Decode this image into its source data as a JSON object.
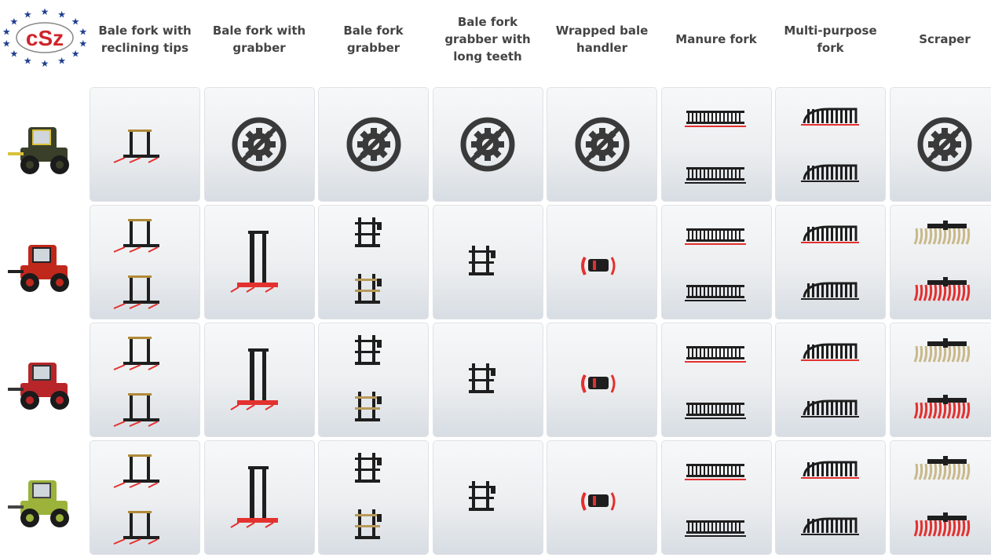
{
  "logo": {
    "text": "cSz"
  },
  "columns": [
    {
      "label": "Bale fork with reclining tips",
      "kind": "bale-fork"
    },
    {
      "label": "Bale fork with grabber",
      "kind": "bale-grabber-tall"
    },
    {
      "label": "Bale fork grabber",
      "kind": "grabber"
    },
    {
      "label": "Bale fork grabber with long teeth",
      "kind": "grabber-long"
    },
    {
      "label": "Wrapped bale handler",
      "kind": "wrapped"
    },
    {
      "label": "Manure fork",
      "kind": "manure"
    },
    {
      "label": "Multi-purpose fork",
      "kind": "multi"
    },
    {
      "label": "Scraper",
      "kind": "scraper"
    }
  ],
  "rows": [
    {
      "vehicle": "skid-steer-loader",
      "color": "#3a3f2a",
      "accent": "#d8c23a",
      "cells": [
        1,
        0,
        0,
        0,
        0,
        2,
        2,
        0
      ]
    },
    {
      "vehicle": "compact-wheel-loader",
      "color": "#c0281c",
      "accent": "#222222",
      "cells": [
        2,
        1,
        2,
        1,
        1,
        2,
        2,
        2
      ]
    },
    {
      "vehicle": "telehandler",
      "color": "#b8262a",
      "accent": "#333333",
      "cells": [
        2,
        1,
        2,
        1,
        1,
        2,
        2,
        2
      ]
    },
    {
      "vehicle": "wheel-loader",
      "color": "#9bb33a",
      "accent": "#444444",
      "cells": [
        2,
        1,
        2,
        1,
        1,
        2,
        2,
        2
      ]
    }
  ],
  "colors": {
    "frame": "#1e1e1e",
    "tine": "#e3312f",
    "unavailable": "#3a3a3a",
    "header": "#444444",
    "star": "#1f3f8f",
    "logo_red": "#d2232a"
  }
}
